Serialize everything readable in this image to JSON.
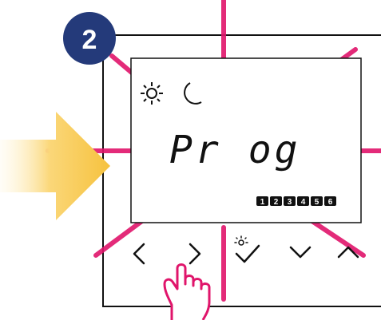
{
  "step_badge": {
    "number": "2",
    "color": "#243a7a"
  },
  "display": {
    "text": "Pr og",
    "day_indicators": [
      "1",
      "2",
      "3",
      "4",
      "5",
      "6"
    ],
    "active_day": "3",
    "icons": [
      "sun-icon",
      "moon-icon"
    ]
  },
  "buttons": [
    "chevron-left",
    "chevron-right",
    "sun-check",
    "chevron-down",
    "chevron-up"
  ],
  "colors": {
    "blink_rays": "#e0156b",
    "arrow": "#f7c948",
    "hand": "#e0156b"
  }
}
